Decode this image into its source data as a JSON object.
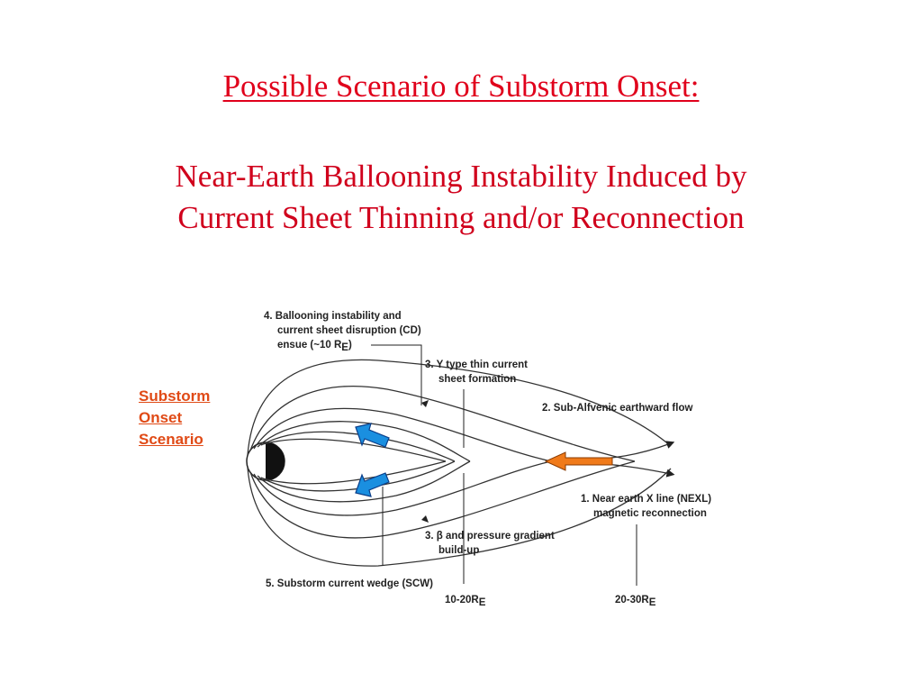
{
  "slide": {
    "title": "Possible Scenario of Substorm Onset:",
    "subtitle_line1": "Near-Earth Ballooning Instability Induced by",
    "subtitle_line2": "Current Sheet Thinning and/or Reconnection"
  },
  "side_label": {
    "line1": "Substorm",
    "line2": "Onset",
    "line3": "Scenario"
  },
  "diagram": {
    "label4_line1": "4. Ballooning instability and",
    "label4_line2": "current sheet disruption (CD)",
    "label4_line3": "ensue (~10 R",
    "label4_sub": "E",
    "label4_close": ")",
    "label3y_line1": "3. Y type thin current",
    "label3y_line2": "sheet formation",
    "label2": "2. Sub-Alfvenic earthward flow",
    "label1_line1": "1. Near earth X line (NEXL)",
    "label1_line2": "magnetic reconnection",
    "label3b_line1": "3. β and pressure gradient",
    "label3b_line2": "build-up",
    "label5": "5. Substorm current wedge (SCW)",
    "dist1": "10-20R",
    "dist1_sub": "E",
    "dist2": "20-30R",
    "dist2_sub": "E"
  },
  "colors": {
    "title": "#e0001b",
    "side_label": "#e04a16",
    "blue_arrow": "#1a8fe0",
    "orange_arrow": "#f07a1a"
  }
}
